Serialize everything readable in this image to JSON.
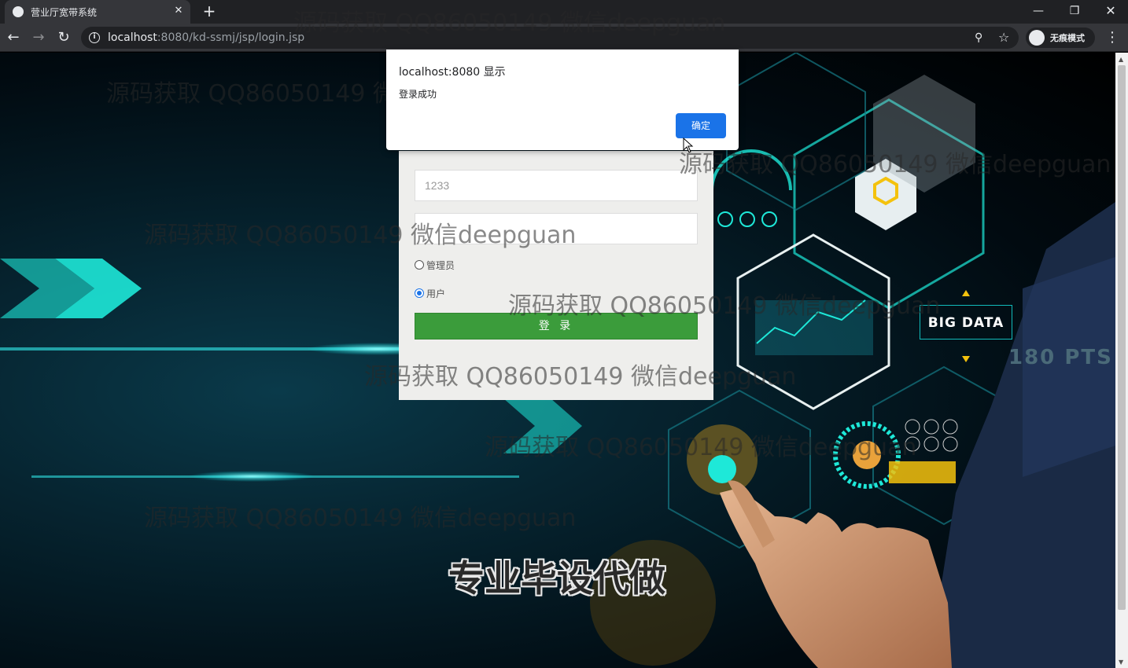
{
  "browser": {
    "tab_title": "营业厅宽带系统",
    "tab_close": "✕",
    "new_tab": "+",
    "url_host": "localhost",
    "url_rest": ":8080/kd-ssmj/jsp/login.jsp",
    "incognito_label": "无痕模式",
    "window_min": "—",
    "window_max": "❐",
    "window_close": "✕"
  },
  "login_form": {
    "username_value": "1233",
    "password_value": "",
    "role_admin_label": "管理员",
    "role_user_label": "用户",
    "selected_role": "用户",
    "submit_label": "登 录"
  },
  "alert": {
    "title": "localhost:8080 显示",
    "message": "登录成功",
    "ok_label": "确定"
  },
  "background": {
    "big_data_label": "BIG DATA",
    "pts_label": "180 PTS"
  },
  "overlay": {
    "watermark_text": "源码获取 QQ86050149 微信deepguan",
    "watermark_short": "微信deepguan",
    "promo_text": "专业毕设代做"
  },
  "colors": {
    "accent_blue": "#1a73e8",
    "login_green": "#3b9c3b",
    "chrome_dark": "#202124",
    "cyan_glow": "#1ee8d8"
  }
}
